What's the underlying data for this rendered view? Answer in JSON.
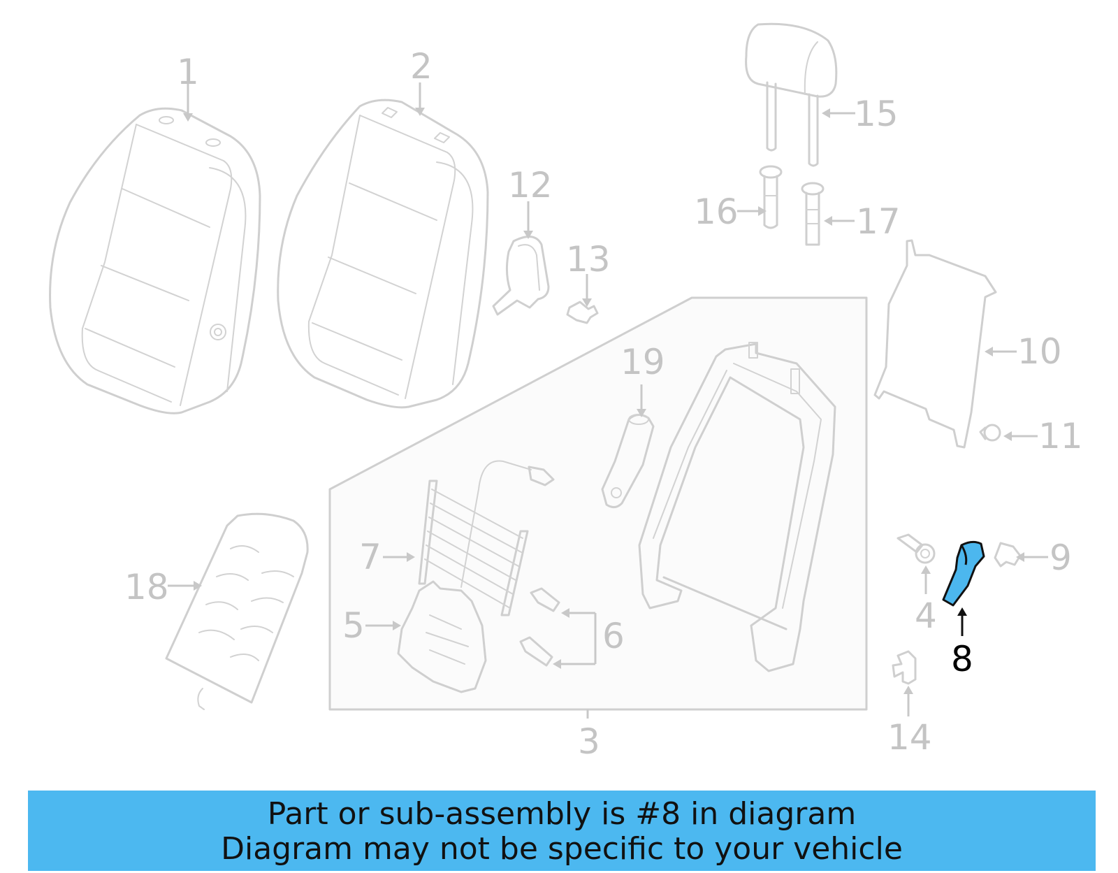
{
  "diagram": {
    "callouts": {
      "c1": "1",
      "c2": "2",
      "c3": "3",
      "c4": "4",
      "c5": "5",
      "c6": "6",
      "c7": "7",
      "c8": "8",
      "c9": "9",
      "c10": "10",
      "c11": "11",
      "c12": "12",
      "c13": "13",
      "c14": "14",
      "c15": "15",
      "c16": "16",
      "c17": "17",
      "c18": "18",
      "c19": "19"
    },
    "highlighted_part": "8",
    "colors": {
      "highlight_fill": "#4cb7ee",
      "banner_bg": "#4cb8f0",
      "line_gray": "#cfcfcf"
    }
  },
  "banner": {
    "line1": "Part or sub-assembly is #8 in diagram",
    "line2": "Diagram may not be specific to your vehicle"
  }
}
